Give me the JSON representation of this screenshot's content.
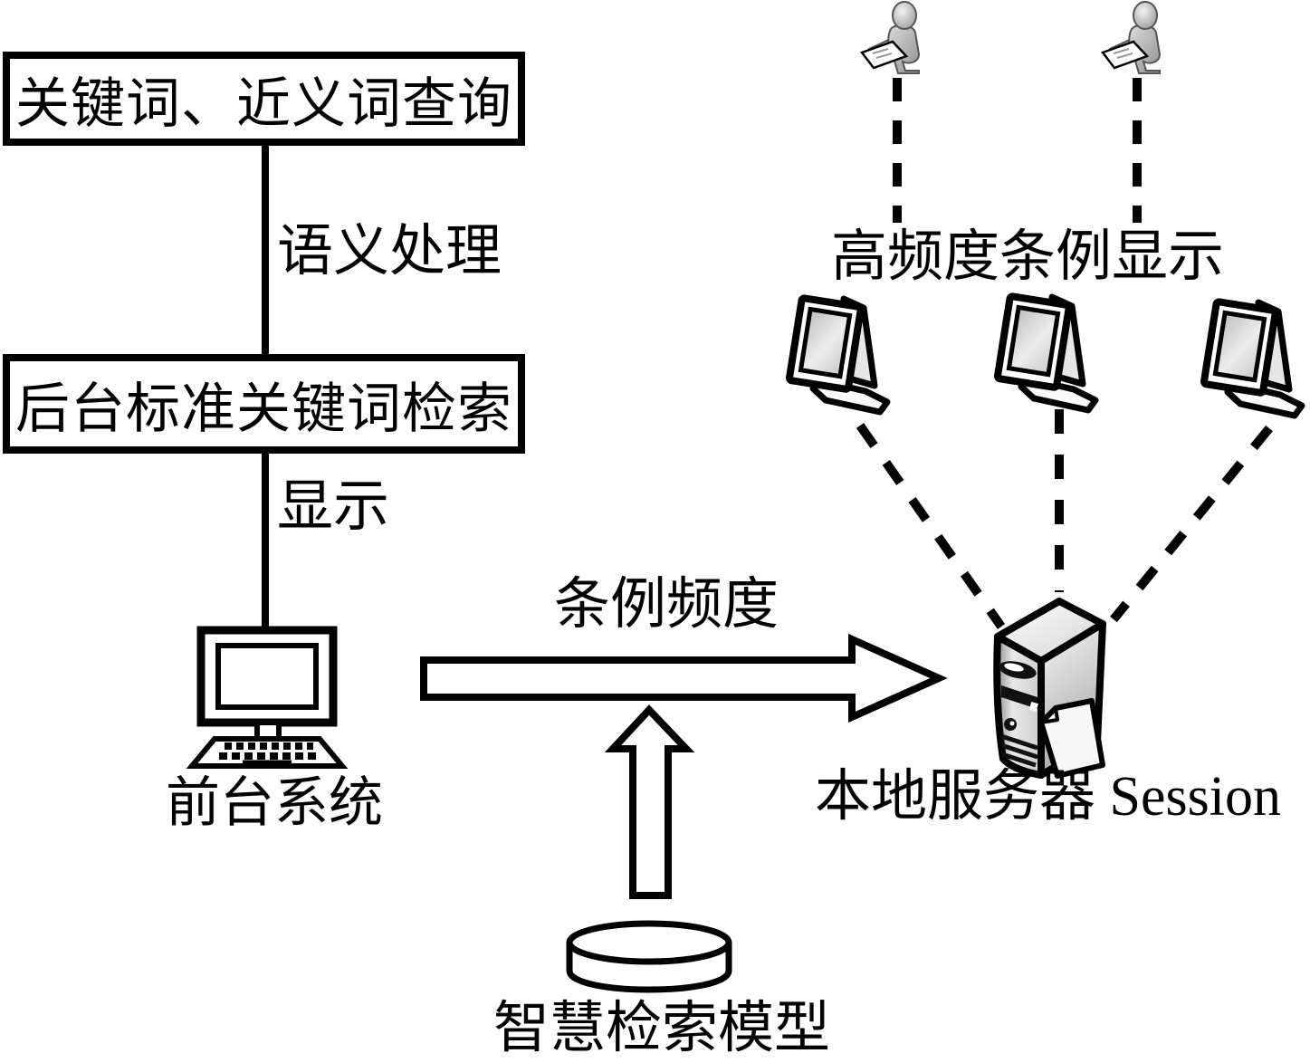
{
  "diagram": {
    "left_flow": {
      "box1_label": "关键词、近义词查询",
      "edge1_label": "语义处理",
      "box2_label": "后台标准关键词检索",
      "edge2_label": "显示",
      "computer_label": "前台系统"
    },
    "center_flow": {
      "arrow_label": "条例频度",
      "model_label": "智慧检索模型"
    },
    "right_flow": {
      "display_label": "高频度条例显示",
      "server_label": "本地服务器 Session"
    },
    "icons": {
      "frontend_computer": "desktop-computer-icon",
      "local_server": "server-tower-icon",
      "users": "person-icon",
      "terminals": "monitor-icon",
      "model_store": "database-cylinder-icon",
      "flow_right": "frequency-arrow-icon",
      "flow_up": "model-arrow-icon"
    },
    "colors": {
      "line": "#000000",
      "background": "#ffffff",
      "icon_gray_light": "#f2f2f2",
      "icon_gray_dark": "#8f8f8f"
    }
  }
}
